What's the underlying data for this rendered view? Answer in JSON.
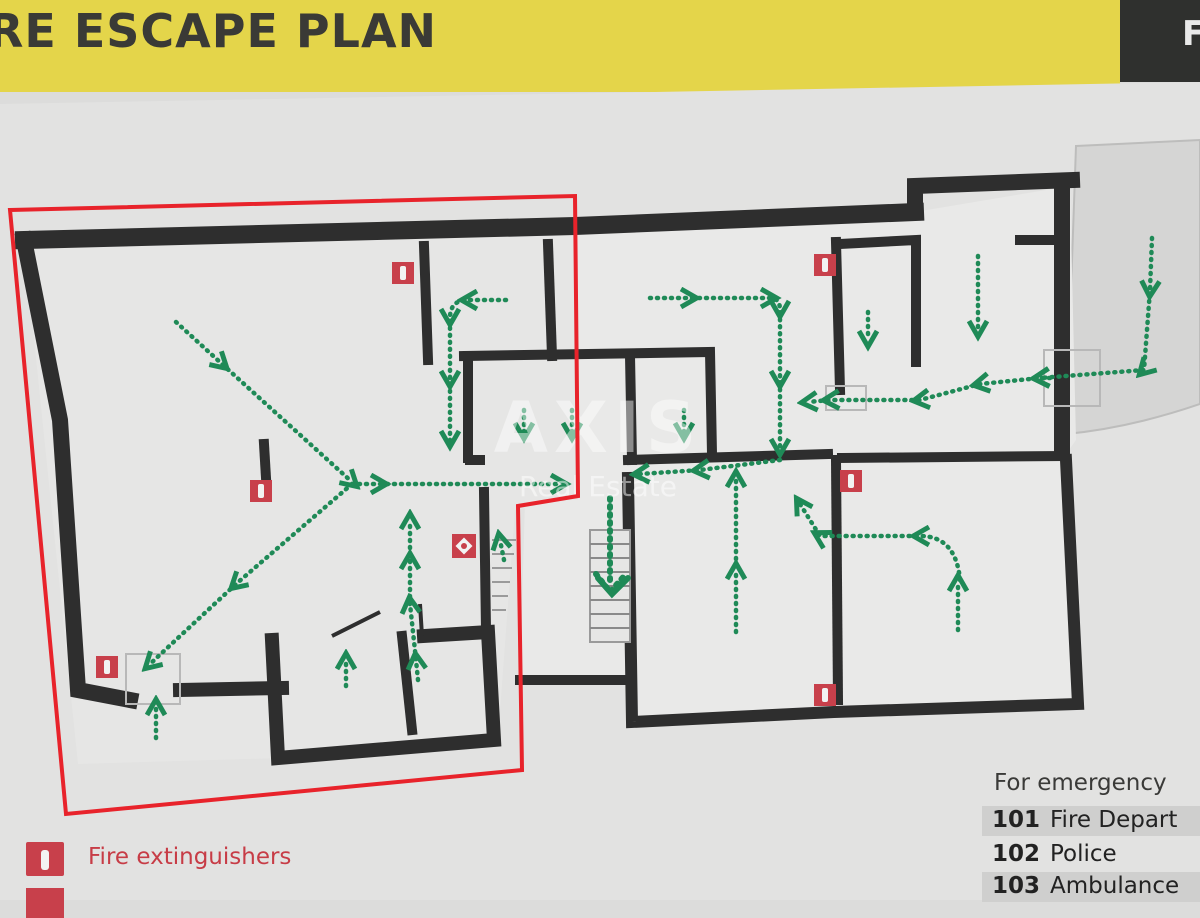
{
  "sign": {
    "title": "RE ESCAPE PLAN",
    "corner_letter": "F"
  },
  "watermark": {
    "brand": "AXIS",
    "sub": "Real Estate"
  },
  "legend": {
    "items": [
      {
        "icon": "fire-extinguisher-icon",
        "label": "Fire extinguishers"
      },
      {
        "icon": "fire-alarm-icon",
        "label": ""
      }
    ]
  },
  "emergency": {
    "title": "For emergency",
    "contacts": [
      {
        "number": "101",
        "service": "Fire Depart"
      },
      {
        "number": "102",
        "service": "Police"
      },
      {
        "number": "103",
        "service": "Ambulance"
      }
    ]
  },
  "colors": {
    "banner_yellow": "#e4d54a",
    "wall": "#2e2e2e",
    "route_green": "#1f8a57",
    "extinguisher_red": "#c8404b",
    "highlight_red": "#e8232b"
  }
}
